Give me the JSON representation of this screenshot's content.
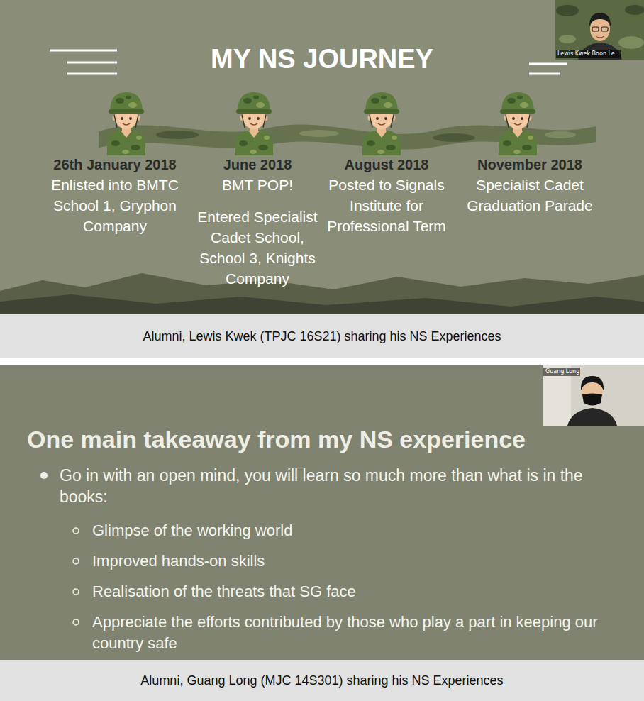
{
  "diagram": {
    "nodes": [
      {
        "text": [
          "MY NS JOURNEY"
        ]
      },
      {
        "text": [
          "26th January 2018",
          "Enlisted into BMTC School 1, Gryphon Company"
        ],
        "in": 0
      },
      {
        "text": [
          "June 2018",
          "BMT POP!",
          "Entered Specialist Cadet School, School 3, Knights Company"
        ],
        "in": 0
      },
      {
        "text": [
          "August 2018",
          "Posted to Signals Institute for Professional Term"
        ],
        "in": 0
      },
      {
        "text": [
          "November 2018",
          "Specialist Cadet Graduation Parade"
        ],
        "in": 0
      },
      {
        "text": [
          "Lewis Kwek Boon Le..."
        ],
        "in": 0
      },
      {
        "text": [
          "Alumni, Lewis Kwek (TPJC 16S21) sharing his NS Experiences"
        ]
      },
      {
        "text": [
          "One main takeaway from my NS experience",
          "Go in with an open mind, you will learn so much more than what is in the books:",
          "Glimpse of the working world",
          "Improved hands-on skills",
          "Realisation of the threats that SG face",
          "Appreciate the efforts contributed by those who play a part in keeping our country safe"
        ]
      },
      {
        "text": [
          "Guang Long"
        ],
        "in": 7
      },
      {
        "text": [
          "Alumni, Guang Long (MJC 14S301) sharing his NS Experiences"
        ]
      }
    ]
  }
}
